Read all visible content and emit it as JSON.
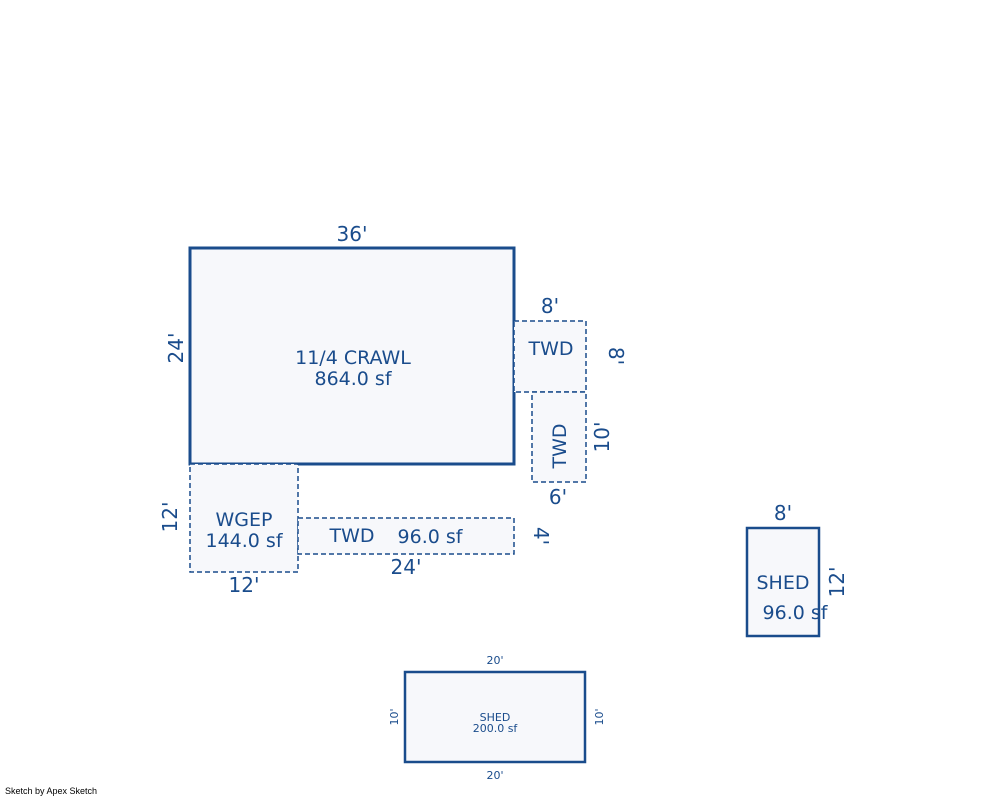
{
  "rooms": {
    "main": {
      "name": "11/4 CRAWL",
      "area": "864.0 sf",
      "width_label": "36'",
      "height_label": "24'"
    },
    "twd_top": {
      "name": "TWD",
      "width_label": "8'",
      "height_label": "8'"
    },
    "twd_side": {
      "name": "TWD",
      "height_label": "10'",
      "width_label": "6'"
    },
    "wgep": {
      "name": "WGEP",
      "area": "144.0 sf",
      "height_label": "12'",
      "width_label": "12'"
    },
    "twd_bottom": {
      "name": "TWD",
      "area": "96.0 sf",
      "height_label": "4'",
      "width_label": "24'"
    },
    "shed_small": {
      "name": "SHED",
      "area": "96.0 sf",
      "width_label": "8'",
      "height_label": "12'"
    },
    "shed_large": {
      "name": "SHED",
      "area": "200.0 sf",
      "top_label": "20'",
      "bottom_label": "20'",
      "left_label": "10'",
      "right_label": "10'"
    }
  },
  "footer": {
    "credit": "Sketch by Apex Sketch"
  }
}
